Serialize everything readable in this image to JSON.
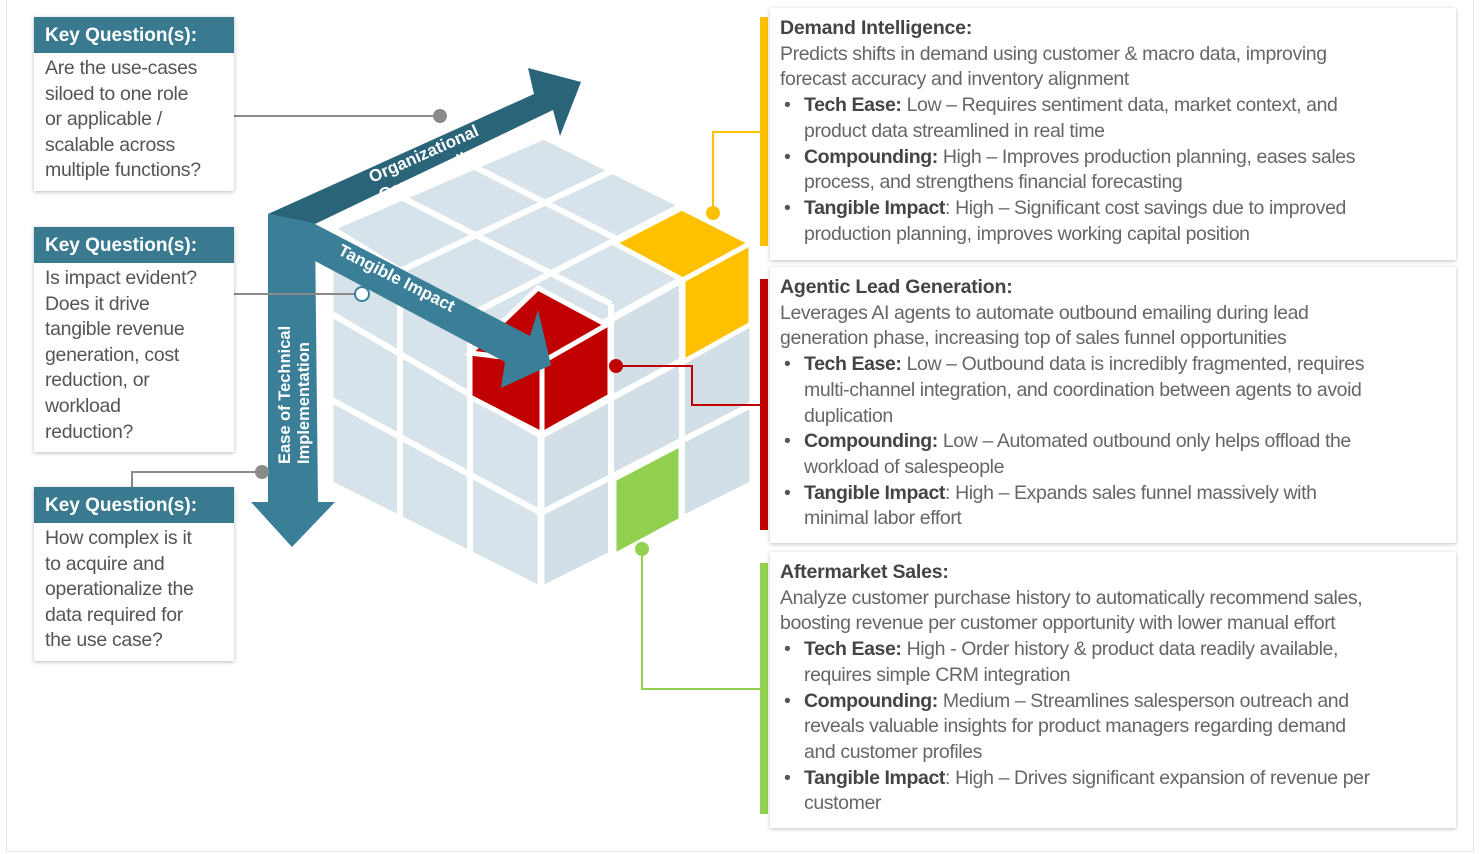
{
  "key_questions": [
    {
      "header": "Key Question(s):",
      "lines": [
        "Are the use-cases",
        "siloed to one role",
        "or applicable /",
        "scalable across",
        "multiple functions?"
      ]
    },
    {
      "header": "Key Question(s):",
      "lines": [
        "Is impact evident?",
        "Does it drive",
        "tangible revenue",
        "generation, cost",
        "reduction, or",
        "workload",
        "reduction?"
      ]
    },
    {
      "header": "Key Question(s):",
      "lines": [
        "How complex is it",
        "to acquire and",
        "operationalize the",
        "data required for",
        "the use case?"
      ]
    }
  ],
  "axes": {
    "organizational": [
      "Organizational",
      "Compounding"
    ],
    "tangible": "Tangible Impact",
    "technical": [
      "Ease of Technical",
      "Implementation"
    ]
  },
  "colors": {
    "arrow_dark": "#2a6478",
    "arrow_mid": "#3a7f97",
    "cube_face": "#d7e3ea",
    "cube_face_alt": "#ccdbe3",
    "yellow": "#ffc000",
    "red": "#c00000",
    "green": "#92d050",
    "header_teal": "#3a7a90"
  },
  "cards": [
    {
      "color": "#ffc000",
      "title": "Demand Intelligence:",
      "desc_lines": [
        "Predicts shifts in demand using customer & macro data, improving",
        "forecast accuracy and inventory alignment"
      ],
      "bullets": [
        {
          "label": "Tech Ease:",
          "lines": [
            "Low – Requires sentiment data, market context, and",
            "product data streamlined in real time"
          ]
        },
        {
          "label": "Compounding:",
          "lines": [
            "High – Improves production planning, eases sales",
            "process, and strengthens financial forecasting"
          ]
        },
        {
          "label": "Tangible Impact",
          "after": ":",
          "lines": [
            "High – Significant cost savings due to improved",
            "production planning, improves working capital position"
          ]
        }
      ]
    },
    {
      "color": "#c00000",
      "title": "Agentic Lead Generation:",
      "desc_lines": [
        "Leverages AI agents to automate outbound emailing during lead",
        "generation phase, increasing top of sales funnel opportunities"
      ],
      "bullets": [
        {
          "label": "Tech Ease:",
          "lines": [
            "Low – Outbound data is incredibly fragmented, requires",
            "multi-channel integration, and coordination between agents to avoid",
            "duplication"
          ]
        },
        {
          "label": "Compounding:",
          "lines": [
            "Low – Automated outbound only helps offload the",
            "workload of salespeople"
          ]
        },
        {
          "label": "Tangible Impact",
          "after": ":",
          "lines": [
            "High – Expands sales funnel massively with",
            "minimal labor effort"
          ]
        }
      ]
    },
    {
      "color": "#92d050",
      "title": "Aftermarket Sales:",
      "desc_lines": [
        "Analyze customer purchase history to automatically recommend sales,",
        "boosting revenue per customer opportunity with lower manual effort"
      ],
      "bullets": [
        {
          "label": "Tech Ease:",
          "lines": [
            "High - Order history & product data readily available,",
            "requires simple CRM integration"
          ]
        },
        {
          "label": "Compounding:",
          "lines": [
            "Medium – Streamlines salesperson outreach and",
            "reveals valuable insights for product managers regarding demand",
            "and customer profiles"
          ]
        },
        {
          "label": "Tangible Impact",
          "after": ":",
          "lines": [
            "High – Drives significant expansion of revenue per",
            "customer"
          ]
        }
      ]
    }
  ]
}
